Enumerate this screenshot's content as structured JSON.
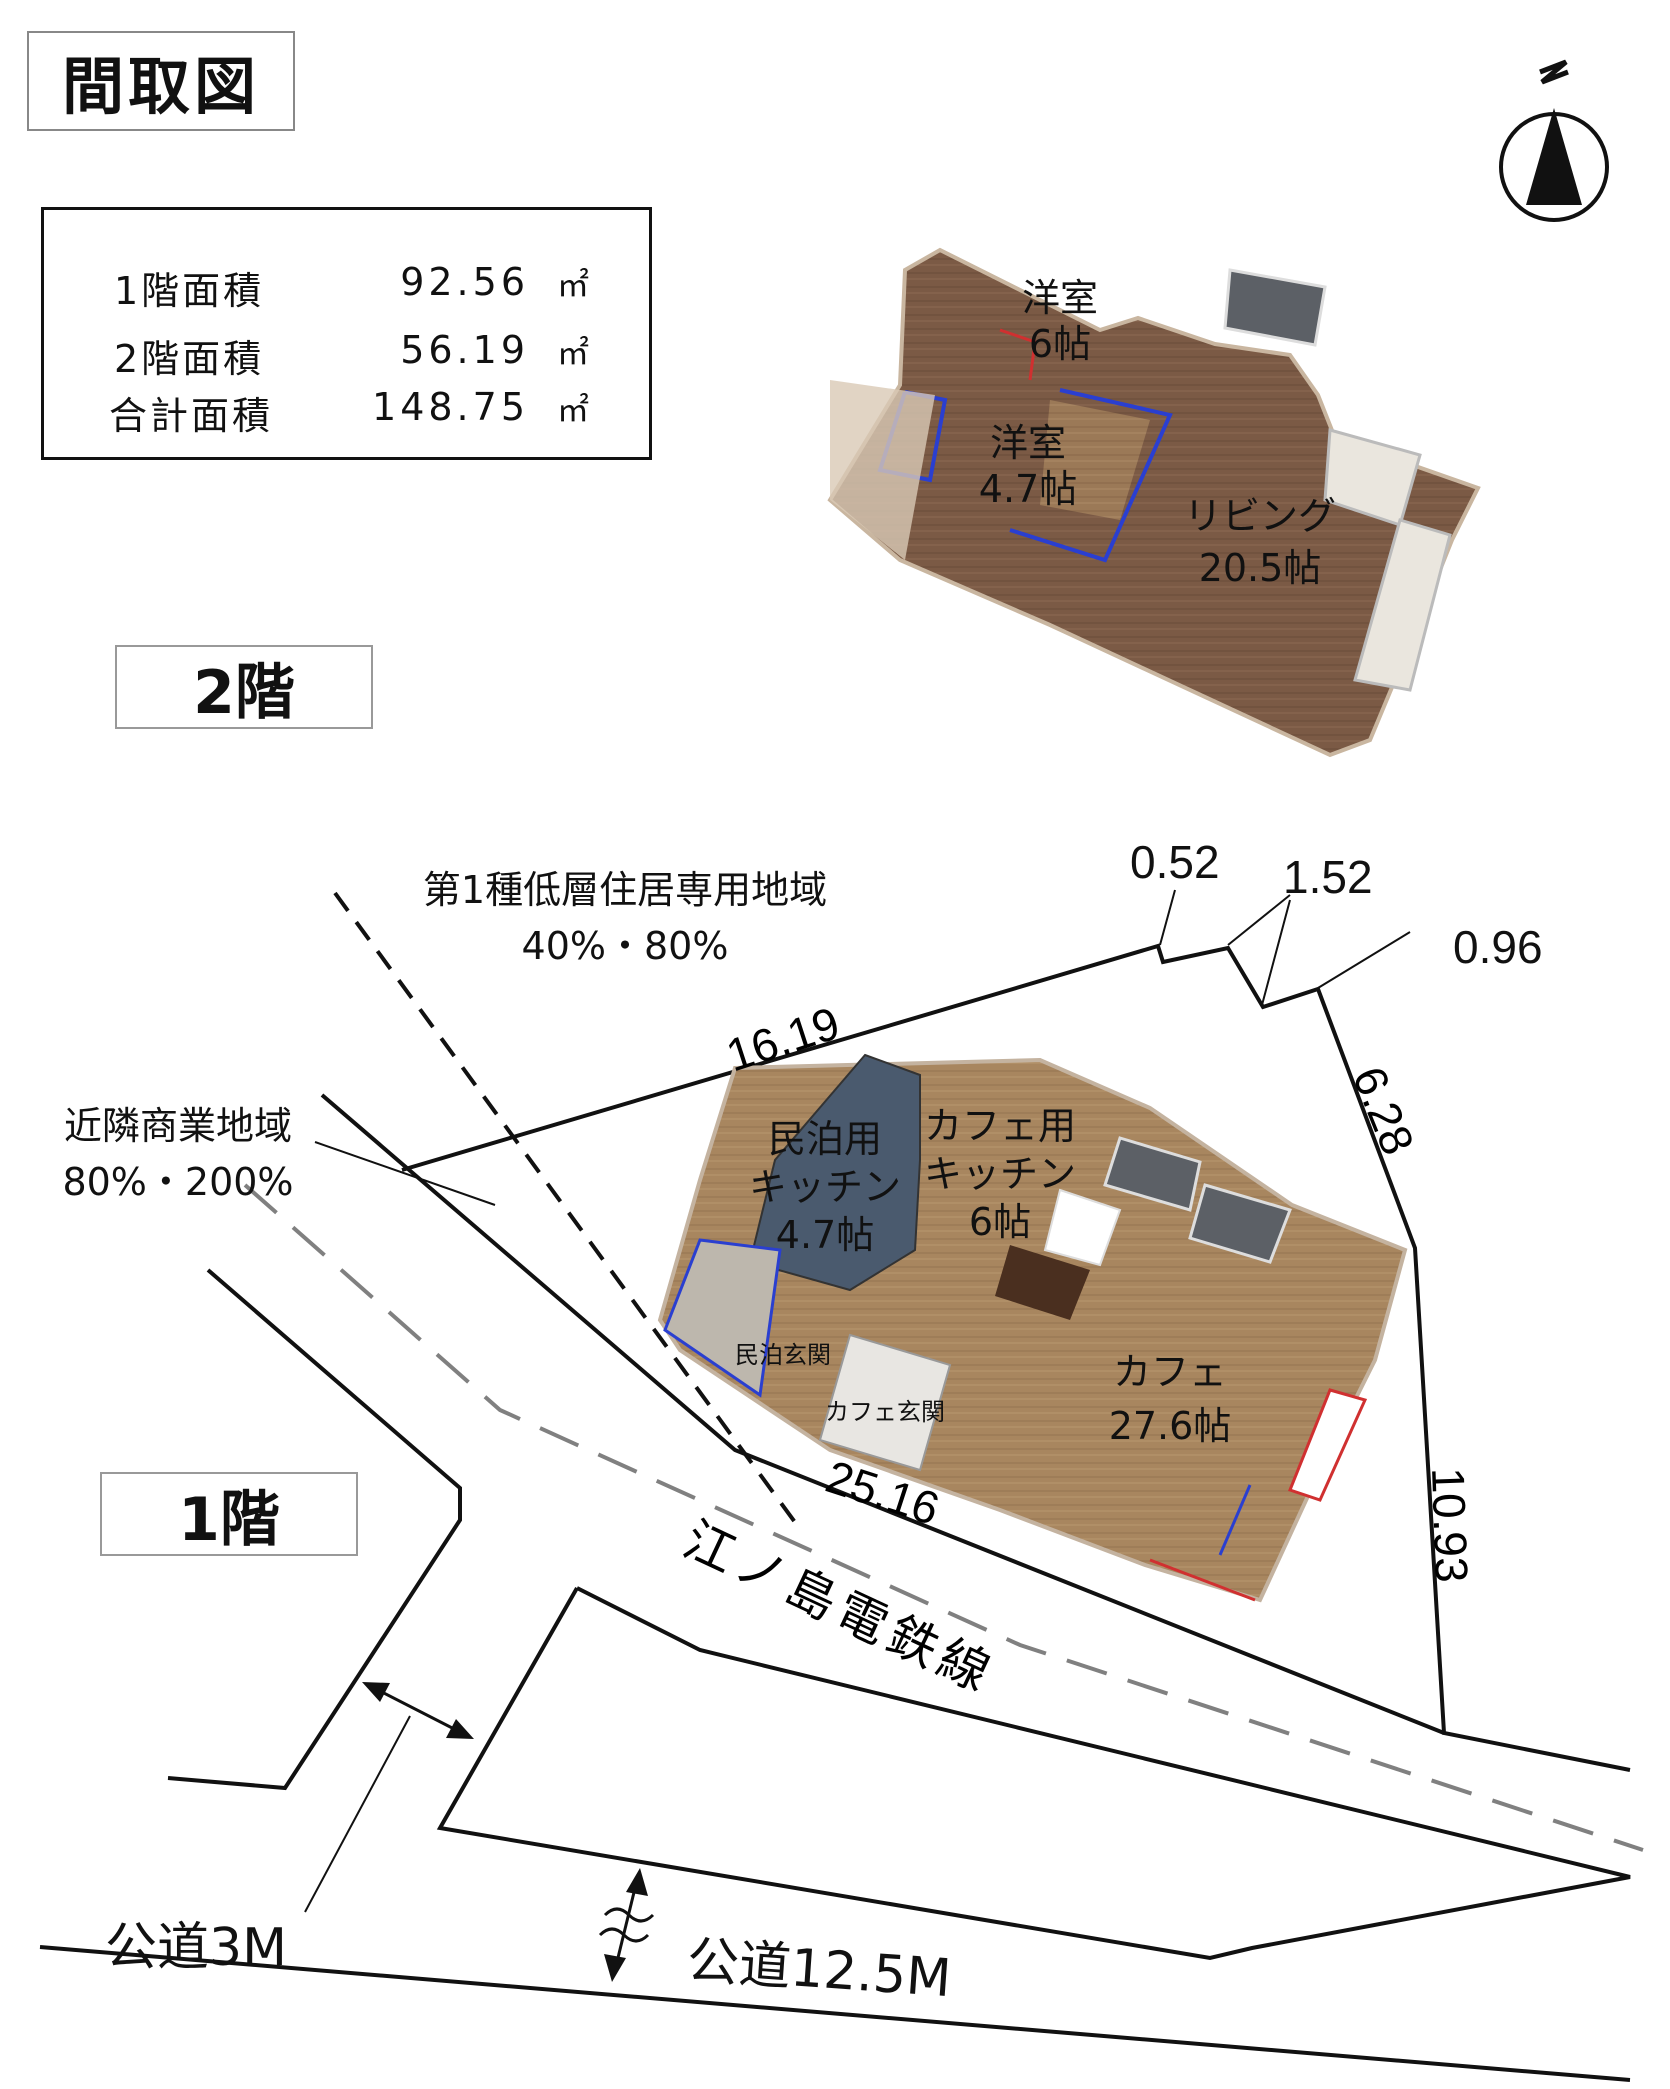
{
  "title": "間取図",
  "areas": [
    {
      "label": "1階面積",
      "value": "92.56",
      "unit": "㎡"
    },
    {
      "label": "2階面積",
      "value": "56.19",
      "unit": "㎡"
    },
    {
      "label": "合計面積",
      "value": "148.75",
      "unit": "㎡"
    }
  ],
  "floor2": {
    "label": "2階",
    "rooms": {
      "western_a": {
        "name": "洋室",
        "size": "6帖"
      },
      "western_b": {
        "name": "洋室",
        "size": "4.7帖"
      },
      "living": {
        "name": "リビング",
        "size": "20.5帖"
      }
    }
  },
  "floor1": {
    "label": "1階",
    "rooms": {
      "minpaku_kitchen": {
        "name1": "民泊用",
        "name2": "キッチン",
        "size": "4.7帖"
      },
      "cafe_kitchen": {
        "name1": "カフェ用",
        "name2": "キッチン",
        "size": "6帖"
      },
      "minpaku_entrance": {
        "name": "民泊玄関"
      },
      "cafe_entrance": {
        "name": "カフェ玄関"
      },
      "cafe": {
        "name": "カフェ",
        "size": "27.6帖"
      }
    }
  },
  "zoning": {
    "residential_name": "第1種低層住居専用地域",
    "residential_ratio": "40%・80%",
    "commercial_name": "近隣商業地域",
    "commercial_ratio": "80%・200%"
  },
  "dimensions": {
    "d1": "0.52",
    "d2": "1.52",
    "d3": "0.96",
    "d4": "16.19",
    "d5": "6.28",
    "d6": "25.16",
    "d7": "10.93"
  },
  "railway": "江ノ島電鉄線",
  "roads": {
    "small": "公道3M",
    "large": "公道12.5M"
  },
  "colors": {
    "floor_wood": "#7b5a45",
    "floor_wood_light": "#a8865f",
    "kitchen_blue": "#4a5a6e",
    "wet_area_gray": "#5c6066",
    "outline": "#111111",
    "zone_line_gray": "#808080",
    "interior_blue": "#2a3fd0",
    "interior_red": "#d03030"
  }
}
